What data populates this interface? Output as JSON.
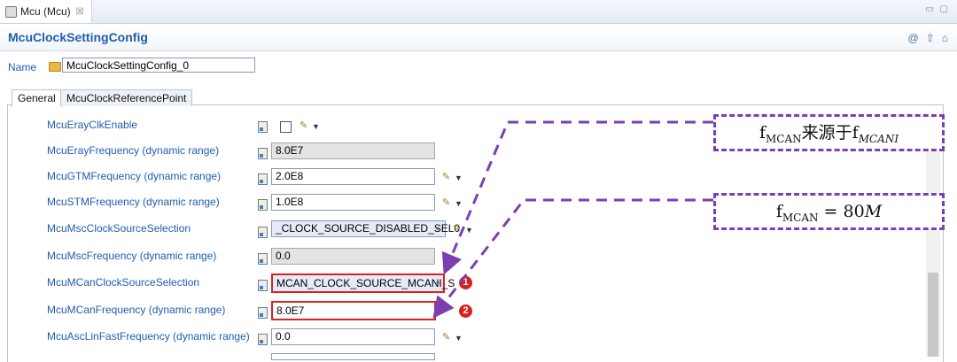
{
  "editor_tab": {
    "label": "Mcu (Mcu)",
    "close": "☒"
  },
  "header": {
    "title": "McuClockSettingConfig",
    "icons": [
      "@",
      "⇧",
      "⌂"
    ]
  },
  "name_row": {
    "label": "Name",
    "value": "McuClockSettingConfig_0"
  },
  "tabs": [
    {
      "label": "General",
      "active": true
    },
    {
      "label": "McuClockReferencePoint",
      "active": false
    }
  ],
  "rows": [
    {
      "label": "McuErayClkEnable",
      "value": ""
    },
    {
      "label": "McuErayFrequency (dynamic range)",
      "value": "8.0E7"
    },
    {
      "label": "McuGTMFrequency (dynamic range)",
      "value": "2.0E8"
    },
    {
      "label": "McuSTMFrequency (dynamic range)",
      "value": "1.0E8"
    },
    {
      "label": "McuMscClockSourceSelection",
      "value": "_CLOCK_SOURCE_DISABLED_SEL0"
    },
    {
      "label": "McuMscFrequency (dynamic range)",
      "value": "0.0"
    },
    {
      "label": "McuMCanClockSourceSelection",
      "value": "MCAN_CLOCK_SOURCE_MCANI_S"
    },
    {
      "label": "McuMCanFrequency (dynamic range)",
      "value": "8.0E7"
    },
    {
      "label": "McuAscLinFastFrequency (dynamic range)",
      "value": "0.0"
    }
  ],
  "badges": [
    "1",
    "2"
  ],
  "annotations": {
    "source": {
      "main": "f",
      "sub": "MCAN",
      "cjk": "来源于",
      "main2": "f",
      "sub2": "MCANI"
    },
    "freq": {
      "main": "f",
      "sub": "MCAN",
      "rest": " = 80",
      "ital": "M"
    }
  },
  "colors": {
    "label_blue": "#1f5db3",
    "highlight_red": "#e02020",
    "annotation_purple": "#7a40b0"
  }
}
